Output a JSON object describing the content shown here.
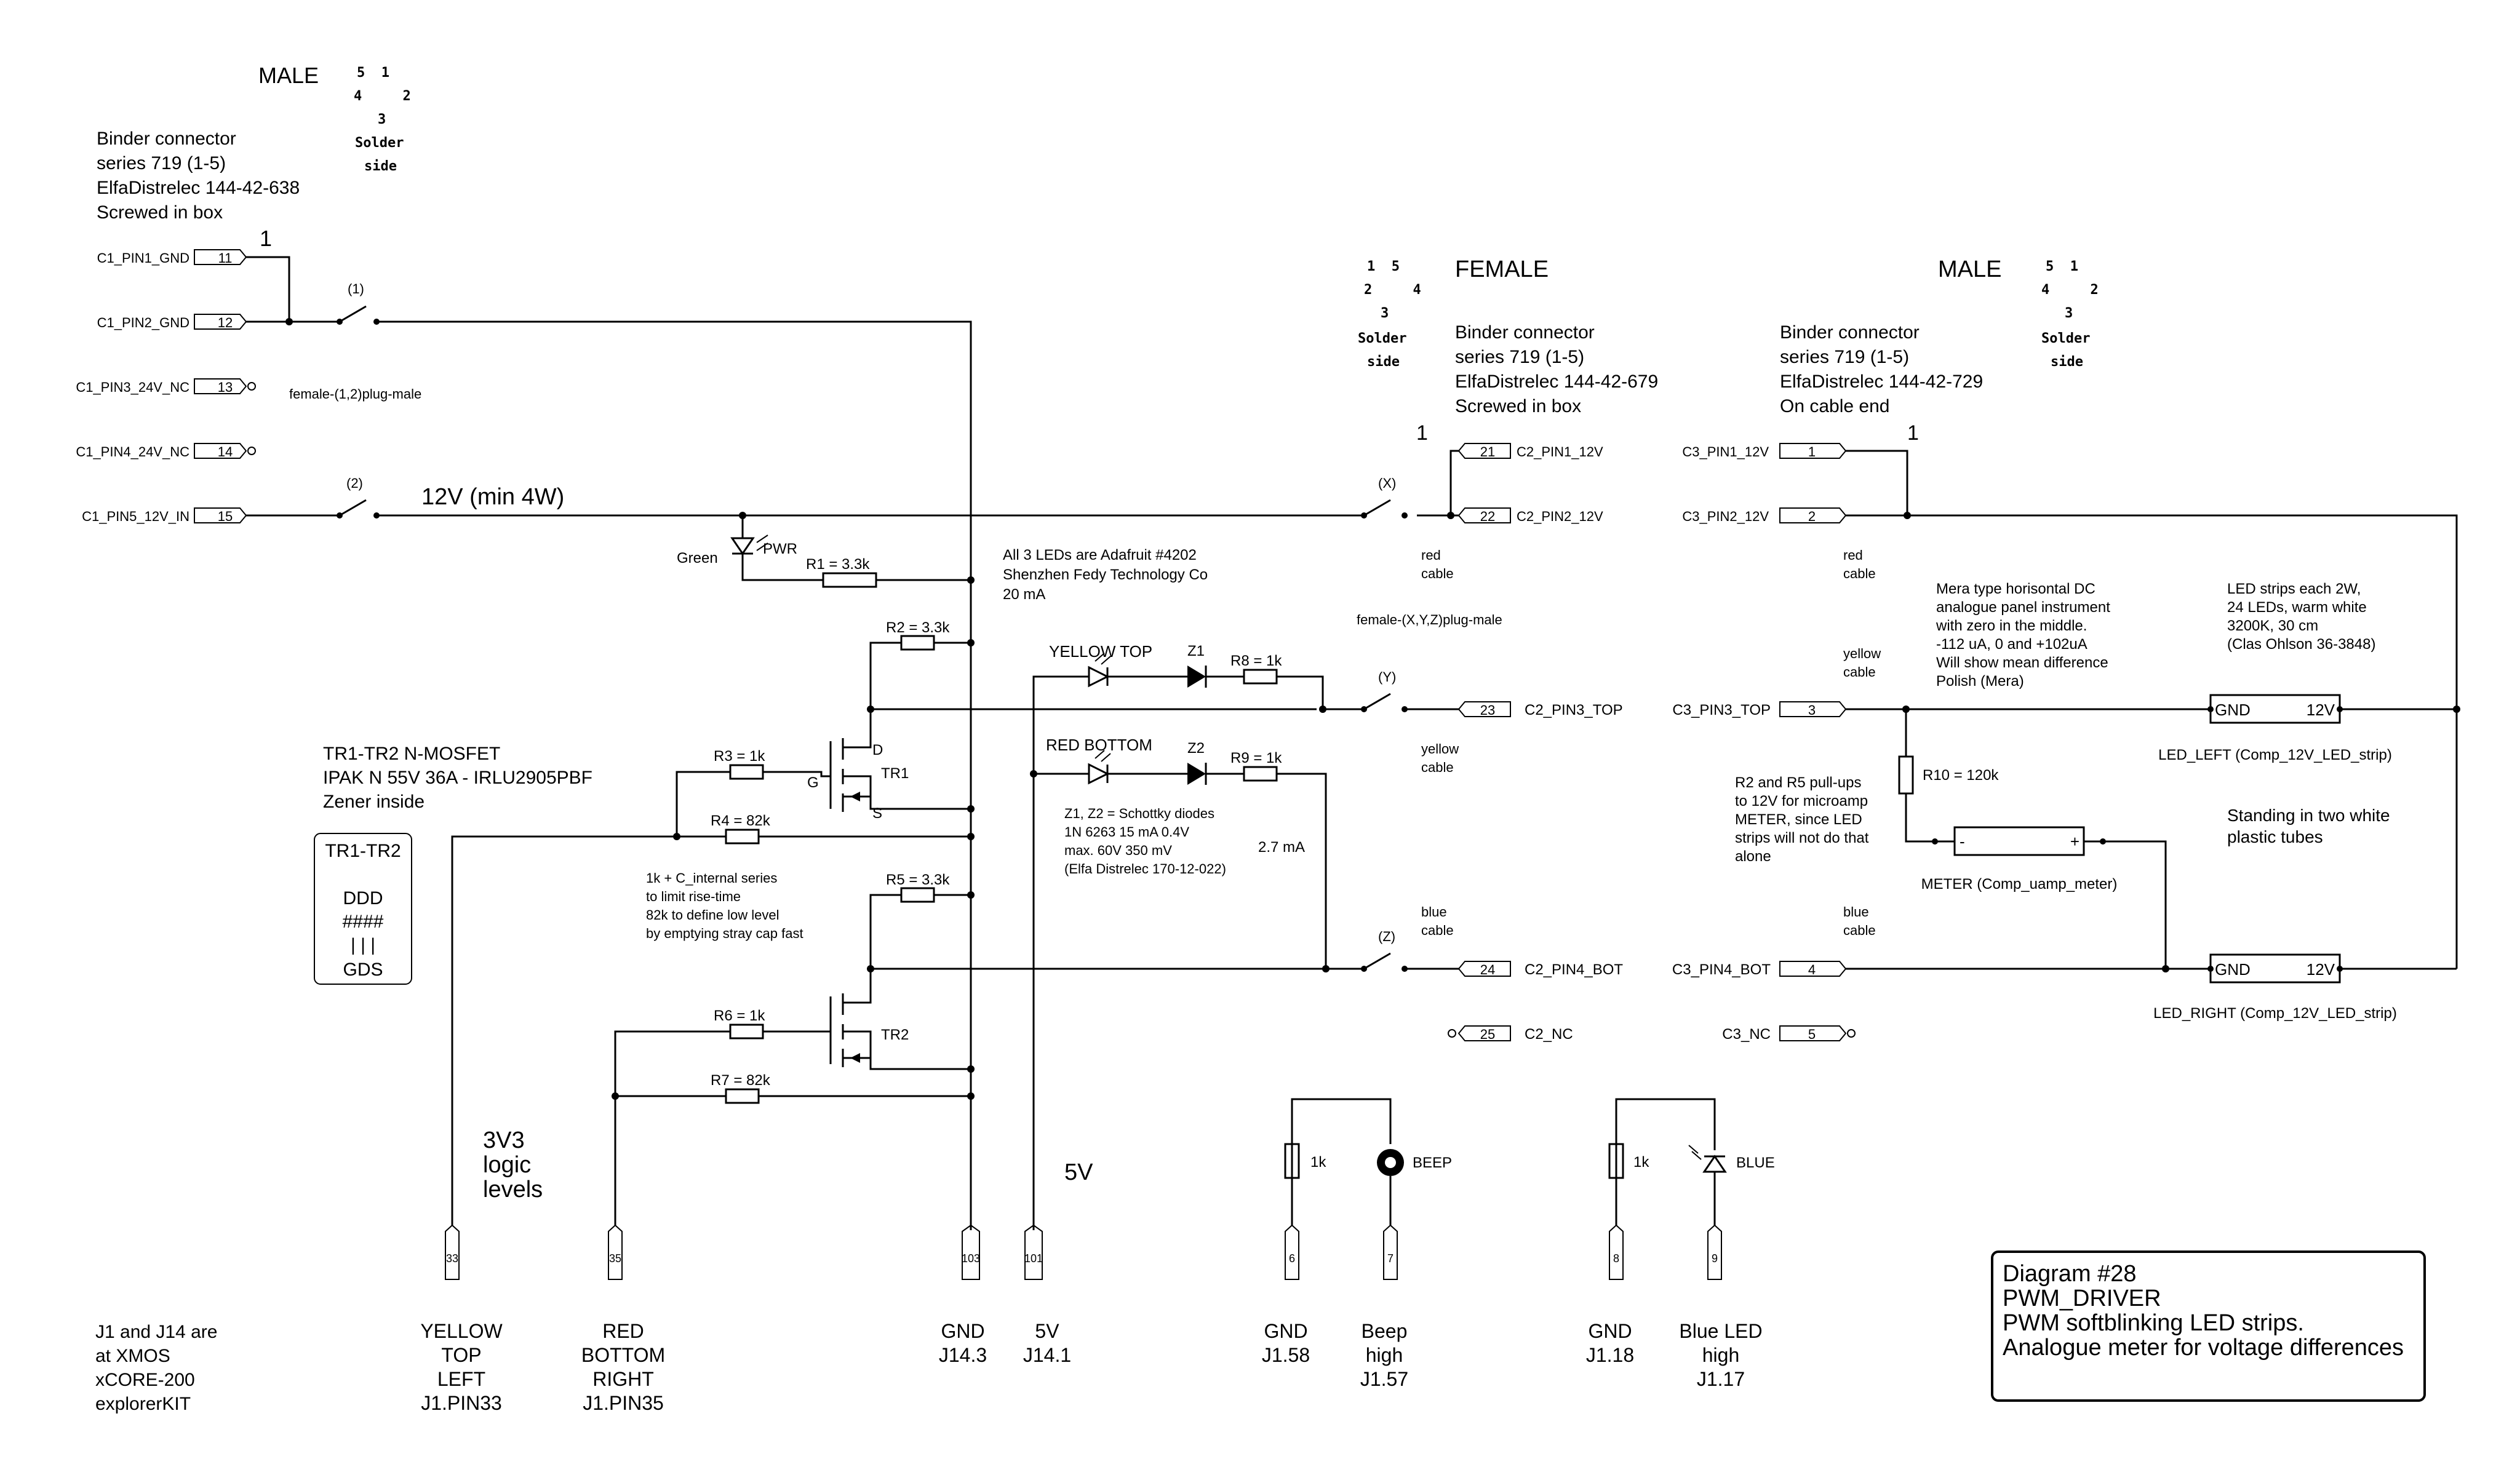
{
  "left_connector": {
    "gender": "MALE",
    "pinout": [
      "5  1",
      "4     2",
      "3"
    ],
    "side": [
      "Solder",
      "side"
    ],
    "desc": [
      "Binder connector",
      "series 719 (1-5)",
      "ElfaDistrelec 144-42-638",
      "Screwed in box"
    ],
    "pin1_mark": "1",
    "pins": [
      {
        "name": "C1_PIN1_GND",
        "num": "11"
      },
      {
        "name": "C1_PIN2_GND",
        "num": "12"
      },
      {
        "name": "C1_PIN3_24V_NC",
        "num": "13"
      },
      {
        "name": "C1_PIN4_24V_NC",
        "num": "14"
      },
      {
        "name": "C1_PIN5_12V_IN",
        "num": "15"
      }
    ],
    "switch1": "(1)",
    "switch2": "(2)",
    "plug_note": "female-(1,2)plug-male",
    "supply": "12V (min 4W)"
  },
  "female_connector": {
    "gender": "FEMALE",
    "pinout": [
      "1  5",
      "2     4",
      "3"
    ],
    "side": [
      "Solder",
      "side"
    ],
    "desc": [
      "Binder connector",
      "series 719 (1-5)",
      "ElfaDistrelec 144-42-679",
      "Screwed in box"
    ],
    "pin1_mark": "1",
    "pins": [
      {
        "name": "C2_PIN1_12V",
        "num": "21"
      },
      {
        "name": "C2_PIN2_12V",
        "num": "22"
      },
      {
        "name": "C2_PIN3_TOP",
        "num": "23"
      },
      {
        "name": "C2_PIN4_BOT",
        "num": "24"
      },
      {
        "name": "C2_NC",
        "num": "25"
      }
    ],
    "switch_x": "(X)",
    "switch_y": "(Y)",
    "switch_z": "(Z)",
    "plug_note": "female-(X,Y,Z)plug-male",
    "cable_red": [
      "red",
      "cable"
    ],
    "cable_yellow": [
      "yellow",
      "cable"
    ],
    "cable_blue": [
      "blue",
      "cable"
    ]
  },
  "male_cable_connector": {
    "gender": "MALE",
    "pinout": [
      "5  1",
      "4     2",
      "3"
    ],
    "side": [
      "Solder",
      "side"
    ],
    "desc": [
      "Binder connector",
      "series 719 (1-5)",
      "ElfaDistrelec 144-42-729",
      "On cable end"
    ],
    "pin1_mark": "1",
    "pins": [
      {
        "name": "C3_PIN1_12V",
        "num": "1"
      },
      {
        "name": "C3_PIN2_12V",
        "num": "2"
      },
      {
        "name": "C3_PIN3_TOP",
        "num": "3"
      },
      {
        "name": "C3_PIN4_BOT",
        "num": "4"
      },
      {
        "name": "C3_NC",
        "num": "5"
      }
    ],
    "cable_red": [
      "red",
      "cable"
    ],
    "cable_yellow": [
      "yellow",
      "cable"
    ],
    "cable_blue": [
      "blue",
      "cable"
    ]
  },
  "components": {
    "pwr_led_color": "Green",
    "pwr_led": "PWR",
    "r1": "R1 = 3.3k",
    "r2": "R2 = 3.3k",
    "r3": "R3 = 1k",
    "r4": "R4 = 82k",
    "r5": "R5 = 3.3k",
    "r6": "R6 = 1k",
    "r7": "R7 = 82k",
    "r8": "R8 = 1k",
    "r9": "R9 = 1k",
    "r10": "R10 = 120k",
    "tr1": "TR1",
    "tr2": "TR2",
    "gate": "G",
    "drain": "D",
    "source": "S",
    "z1": "Z1",
    "z2": "Z2",
    "led_top": "YELLOW TOP",
    "led_bottom": "RED BOTTOM",
    "current": "2.7 mA",
    "r_beep": "1k",
    "r_blue": "1k",
    "beep": "BEEP",
    "blue": "BLUE",
    "strip_gnd": "GND",
    "strip_12v": "12V",
    "meter_minus": "-",
    "meter_plus": "+"
  },
  "notes": {
    "mosfet": [
      "TR1-TR2 N-MOSFET",
      "IPAK N 55V 36A - IRLU2905PBF",
      "Zener inside"
    ],
    "package": [
      "TR1-TR2",
      "DDD",
      "####",
      "| | |",
      "GDS"
    ],
    "leds": [
      "All 3 LEDs are Adafruit #4202",
      "Shenzhen Fedy Technology Co",
      "20 mA"
    ],
    "zener": [
      "Z1, Z2 = Schottky diodes",
      "1N 6263 15 mA 0.4V",
      "max. 60V 350 mV",
      "(Elfa Distrelec 170-12-022)"
    ],
    "gate_rc": [
      "1k + C_internal series",
      "to limit rise-time",
      "82k to define low level",
      "by emptying stray cap fast"
    ],
    "logic": [
      "3V3",
      "logic",
      "levels"
    ],
    "five_v": "5V",
    "meter_desc": [
      "Mera type horisontal DC",
      "analogue panel instrument",
      "with zero in the middle.",
      "-112 uA, 0 and +102uA",
      "Will show mean difference",
      "Polish (Mera)"
    ],
    "strip_desc": [
      "LED strips each 2W,",
      "24 LEDs, warm white",
      "3200K, 30 cm",
      "(Clas Ohlson 36-3848)"
    ],
    "pullups": [
      "R2 and R5 pull-ups",
      "to 12V for microamp",
      "METER, since LED",
      "strips will not do that",
      "alone"
    ],
    "tubes": [
      "Standing in two white",
      "plastic tubes"
    ],
    "led_left": "LED_LEFT (Comp_12V_LED_strip)",
    "led_right": "LED_RIGHT (Comp_12V_LED_strip)",
    "meter": "METER (Comp_uamp_meter)"
  },
  "bottom_pins": [
    {
      "num": "33",
      "label": [
        "YELLOW",
        "TOP",
        "LEFT",
        "J1.PIN33"
      ]
    },
    {
      "num": "35",
      "label": [
        "RED",
        "BOTTOM",
        "RIGHT",
        "J1.PIN35"
      ]
    },
    {
      "num": "103",
      "label": [
        "GND",
        "J14.3"
      ]
    },
    {
      "num": "101",
      "label": [
        "5V",
        "J14.1"
      ]
    },
    {
      "num": "6",
      "label": [
        "GND",
        "J1.58"
      ]
    },
    {
      "num": "7",
      "label": [
        "Beep",
        "high",
        "J1.57"
      ]
    },
    {
      "num": "8",
      "label": [
        "GND",
        "J1.18"
      ]
    },
    {
      "num": "9",
      "label": [
        "Blue LED",
        "high",
        "J1.17"
      ]
    }
  ],
  "xmos_note": [
    "J1 and J14 are",
    "at XMOS",
    "xCORE-200",
    "explorerKIT"
  ],
  "title_block": [
    "Diagram #28",
    "PWM_DRIVER",
    "PWM softblinking LED strips.",
    "Analogue meter for voltage differences"
  ]
}
